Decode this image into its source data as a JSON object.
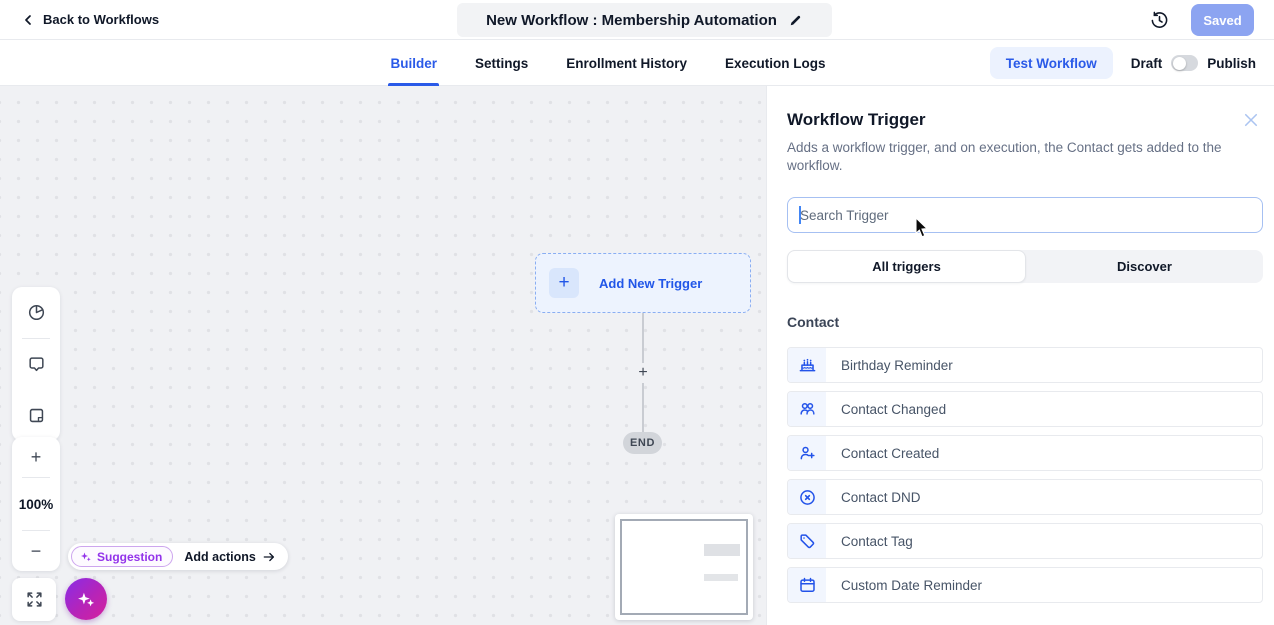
{
  "header": {
    "back_label": "Back to Workflows",
    "title": "New Workflow : Membership Automation",
    "saved_label": "Saved"
  },
  "tabbar": {
    "tabs": [
      {
        "label": "Builder",
        "active": true
      },
      {
        "label": "Settings",
        "active": false
      },
      {
        "label": "Enrollment History",
        "active": false
      },
      {
        "label": "Execution Logs",
        "active": false
      }
    ],
    "test_workflow_label": "Test Workflow",
    "draft_label": "Draft",
    "publish_label": "Publish"
  },
  "canvas": {
    "add_trigger_label": "Add New Trigger",
    "add_trigger_plus": "+",
    "connector_plus": "+",
    "end_label": "END",
    "zoom_in": "+",
    "zoom_level": "100%",
    "zoom_out": "−",
    "suggestion_label": "Suggestion",
    "add_actions_label": "Add actions"
  },
  "panel": {
    "title": "Workflow Trigger",
    "description": "Adds a workflow trigger, and on execution, the Contact gets added to the workflow.",
    "search_placeholder": "Search Trigger",
    "tabs": [
      {
        "label": "All triggers",
        "active": true
      },
      {
        "label": "Discover",
        "active": false
      }
    ],
    "section": "Contact",
    "items": [
      {
        "label": "Birthday Reminder",
        "icon": "birthday-cake-icon"
      },
      {
        "label": "Contact Changed",
        "icon": "contacts-icon"
      },
      {
        "label": "Contact Created",
        "icon": "person-add-icon"
      },
      {
        "label": "Contact DND",
        "icon": "dnd-circle-x-icon"
      },
      {
        "label": "Contact Tag",
        "icon": "tag-icon"
      },
      {
        "label": "Custom Date Reminder",
        "icon": "calendar-icon"
      }
    ]
  },
  "colors": {
    "accent_blue": "#2a5ae8",
    "saved_button": "#8ca4f1",
    "node_bg": "#edf3fe",
    "node_border": "#8aaef2",
    "canvas_bg": "#f0f1f4",
    "end_pill": "#d2d5da",
    "suggestion_purple": "#9333ea",
    "fab_gradient_start": "#8f2be0",
    "fab_gradient_end": "#d6219c",
    "row_icon_bg": "#f2f6fe"
  }
}
